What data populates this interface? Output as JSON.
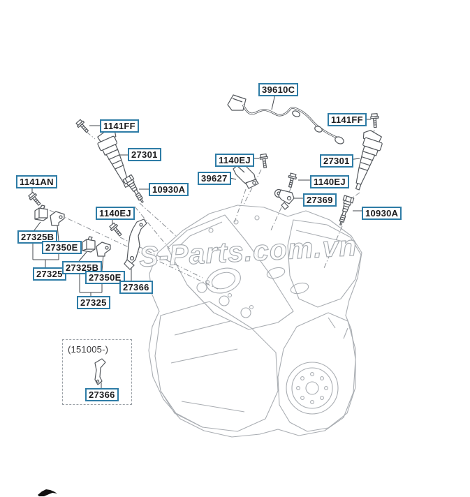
{
  "watermark": "S-Parts.com.vn",
  "colors": {
    "label_border": "#2e7ca6",
    "engine_line": "#a9adb2",
    "part_line": "#53575c",
    "dash_line": "#8d9196",
    "watermark_gray": "#a3a8ad"
  },
  "note_box": {
    "caption": "(151005-)",
    "part": "27366"
  },
  "labels": {
    "harness": "39610C",
    "bolt_1141ff_left": "1141FF",
    "bolt_1141ff_right": "1141FF",
    "coil_left": "27301",
    "coil_right": "27301",
    "plug_left": "10930A",
    "plug_right": "10930A",
    "bolt_1140ej_mid": "1140EJ",
    "bolt_1140ej_right": "1140EJ",
    "bolt_1140ej_left": "1140EJ",
    "cam_sensor": "39627",
    "knock_sensor": "27369",
    "bolt_1141an": "1141AN",
    "condenser_1": "27325B",
    "condenser_2": "27325B",
    "bracket_1": "27350E",
    "bracket_2": "27350E",
    "assy_1": "27325",
    "assy_2": "27325",
    "bracket_27366": "27366"
  }
}
